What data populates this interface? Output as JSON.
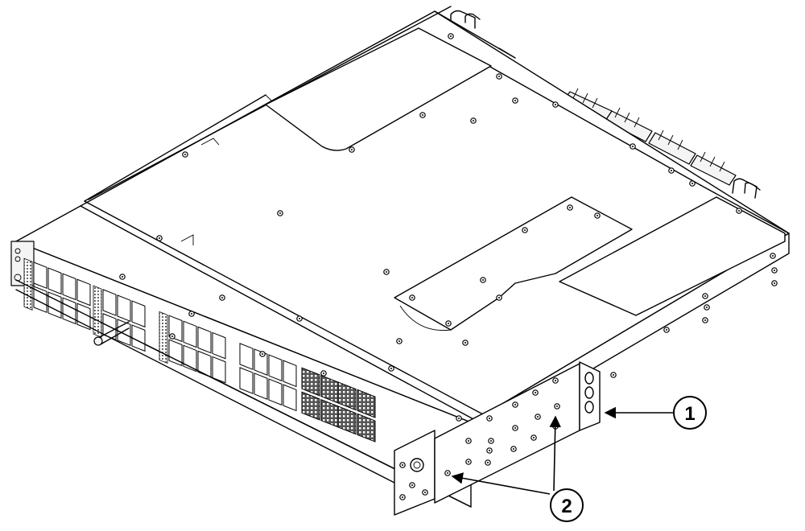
{
  "callouts": [
    {
      "label": "1",
      "part": "rack-mount-ear"
    },
    {
      "label": "2",
      "part": "bracket-screws"
    }
  ],
  "colors": {
    "line": "#000000",
    "background": "#ffffff"
  },
  "icons": [
    "screw-icon",
    "port-cage-icon",
    "fan-module-icon",
    "led-icon"
  ]
}
